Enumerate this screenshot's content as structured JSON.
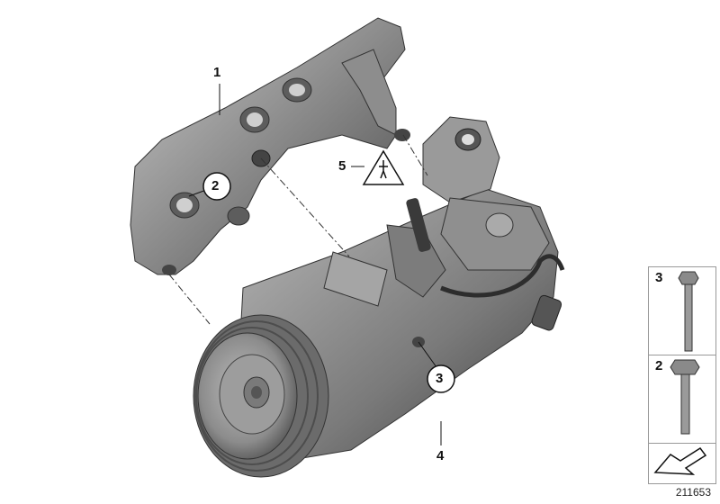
{
  "callouts": {
    "bracket": "1",
    "bolt_left": "2",
    "bolt_front": "3",
    "compressor": "4",
    "warning": "5"
  },
  "legend": {
    "item_top": "3",
    "item_bottom": "2"
  },
  "footer": {
    "code": "211653"
  }
}
